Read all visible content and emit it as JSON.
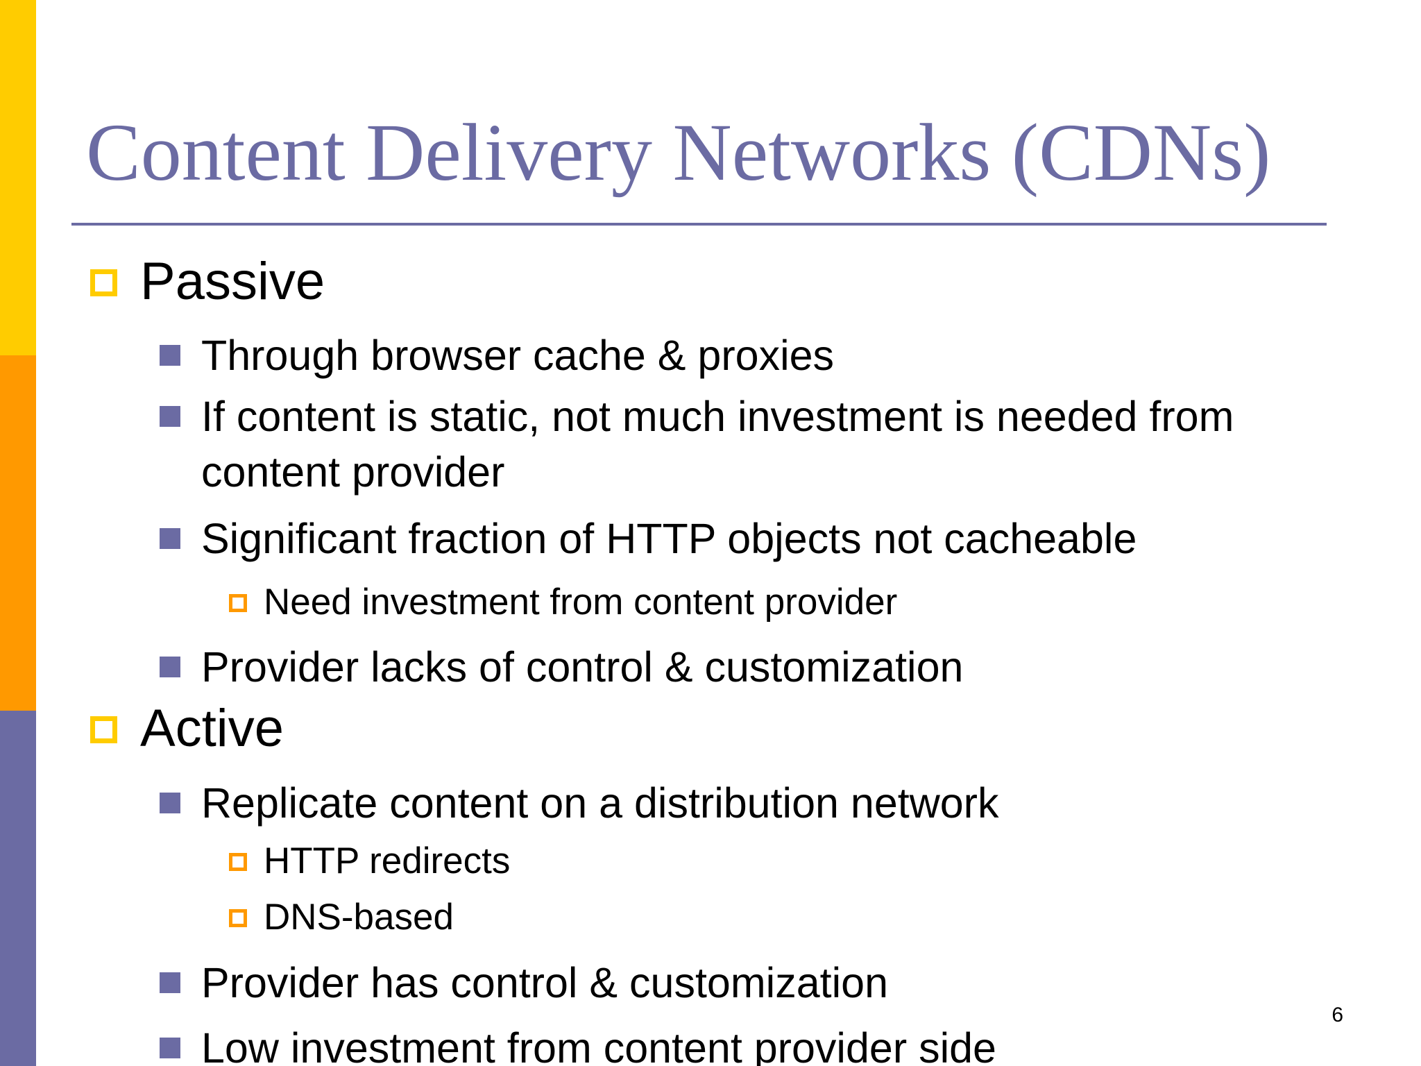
{
  "slide": {
    "title": "Content Delivery Networks (CDNs)",
    "page_number": "6",
    "colors": {
      "title": "#6B6BA3",
      "rule": "#6B6BA3",
      "bar_top": "#FFCC00",
      "bar_middle": "#FF9900",
      "bar_bottom": "#6B6BA3",
      "level1_marker": "#FFCC00",
      "level2_marker": "#6B6BA3",
      "level3_marker": "#FF9900",
      "text": "#000000"
    },
    "icons": {
      "level1": "hollow-square-icon",
      "level2": "filled-square-icon",
      "level3": "hollow-square-icon"
    },
    "bullets": [
      {
        "level": 1,
        "text": "Passive"
      },
      {
        "level": 2,
        "text": "Through browser cache & proxies"
      },
      {
        "level": 2,
        "text": "If content is static, not much investment is needed from"
      },
      {
        "level": 2,
        "text": "content provider",
        "continuation": true
      },
      {
        "level": 2,
        "text": "Significant fraction of HTTP objects not cacheable"
      },
      {
        "level": 3,
        "text": "Need investment from content provider"
      },
      {
        "level": 2,
        "text": "Provider lacks of control & customization"
      },
      {
        "level": 1,
        "text": "Active"
      },
      {
        "level": 2,
        "text": "Replicate content on a distribution network"
      },
      {
        "level": 3,
        "text": "HTTP redirects"
      },
      {
        "level": 3,
        "text": "DNS-based"
      },
      {
        "level": 2,
        "text": "Provider has control & customization"
      },
      {
        "level": 2,
        "text": "Low investment from content provider side"
      }
    ]
  }
}
